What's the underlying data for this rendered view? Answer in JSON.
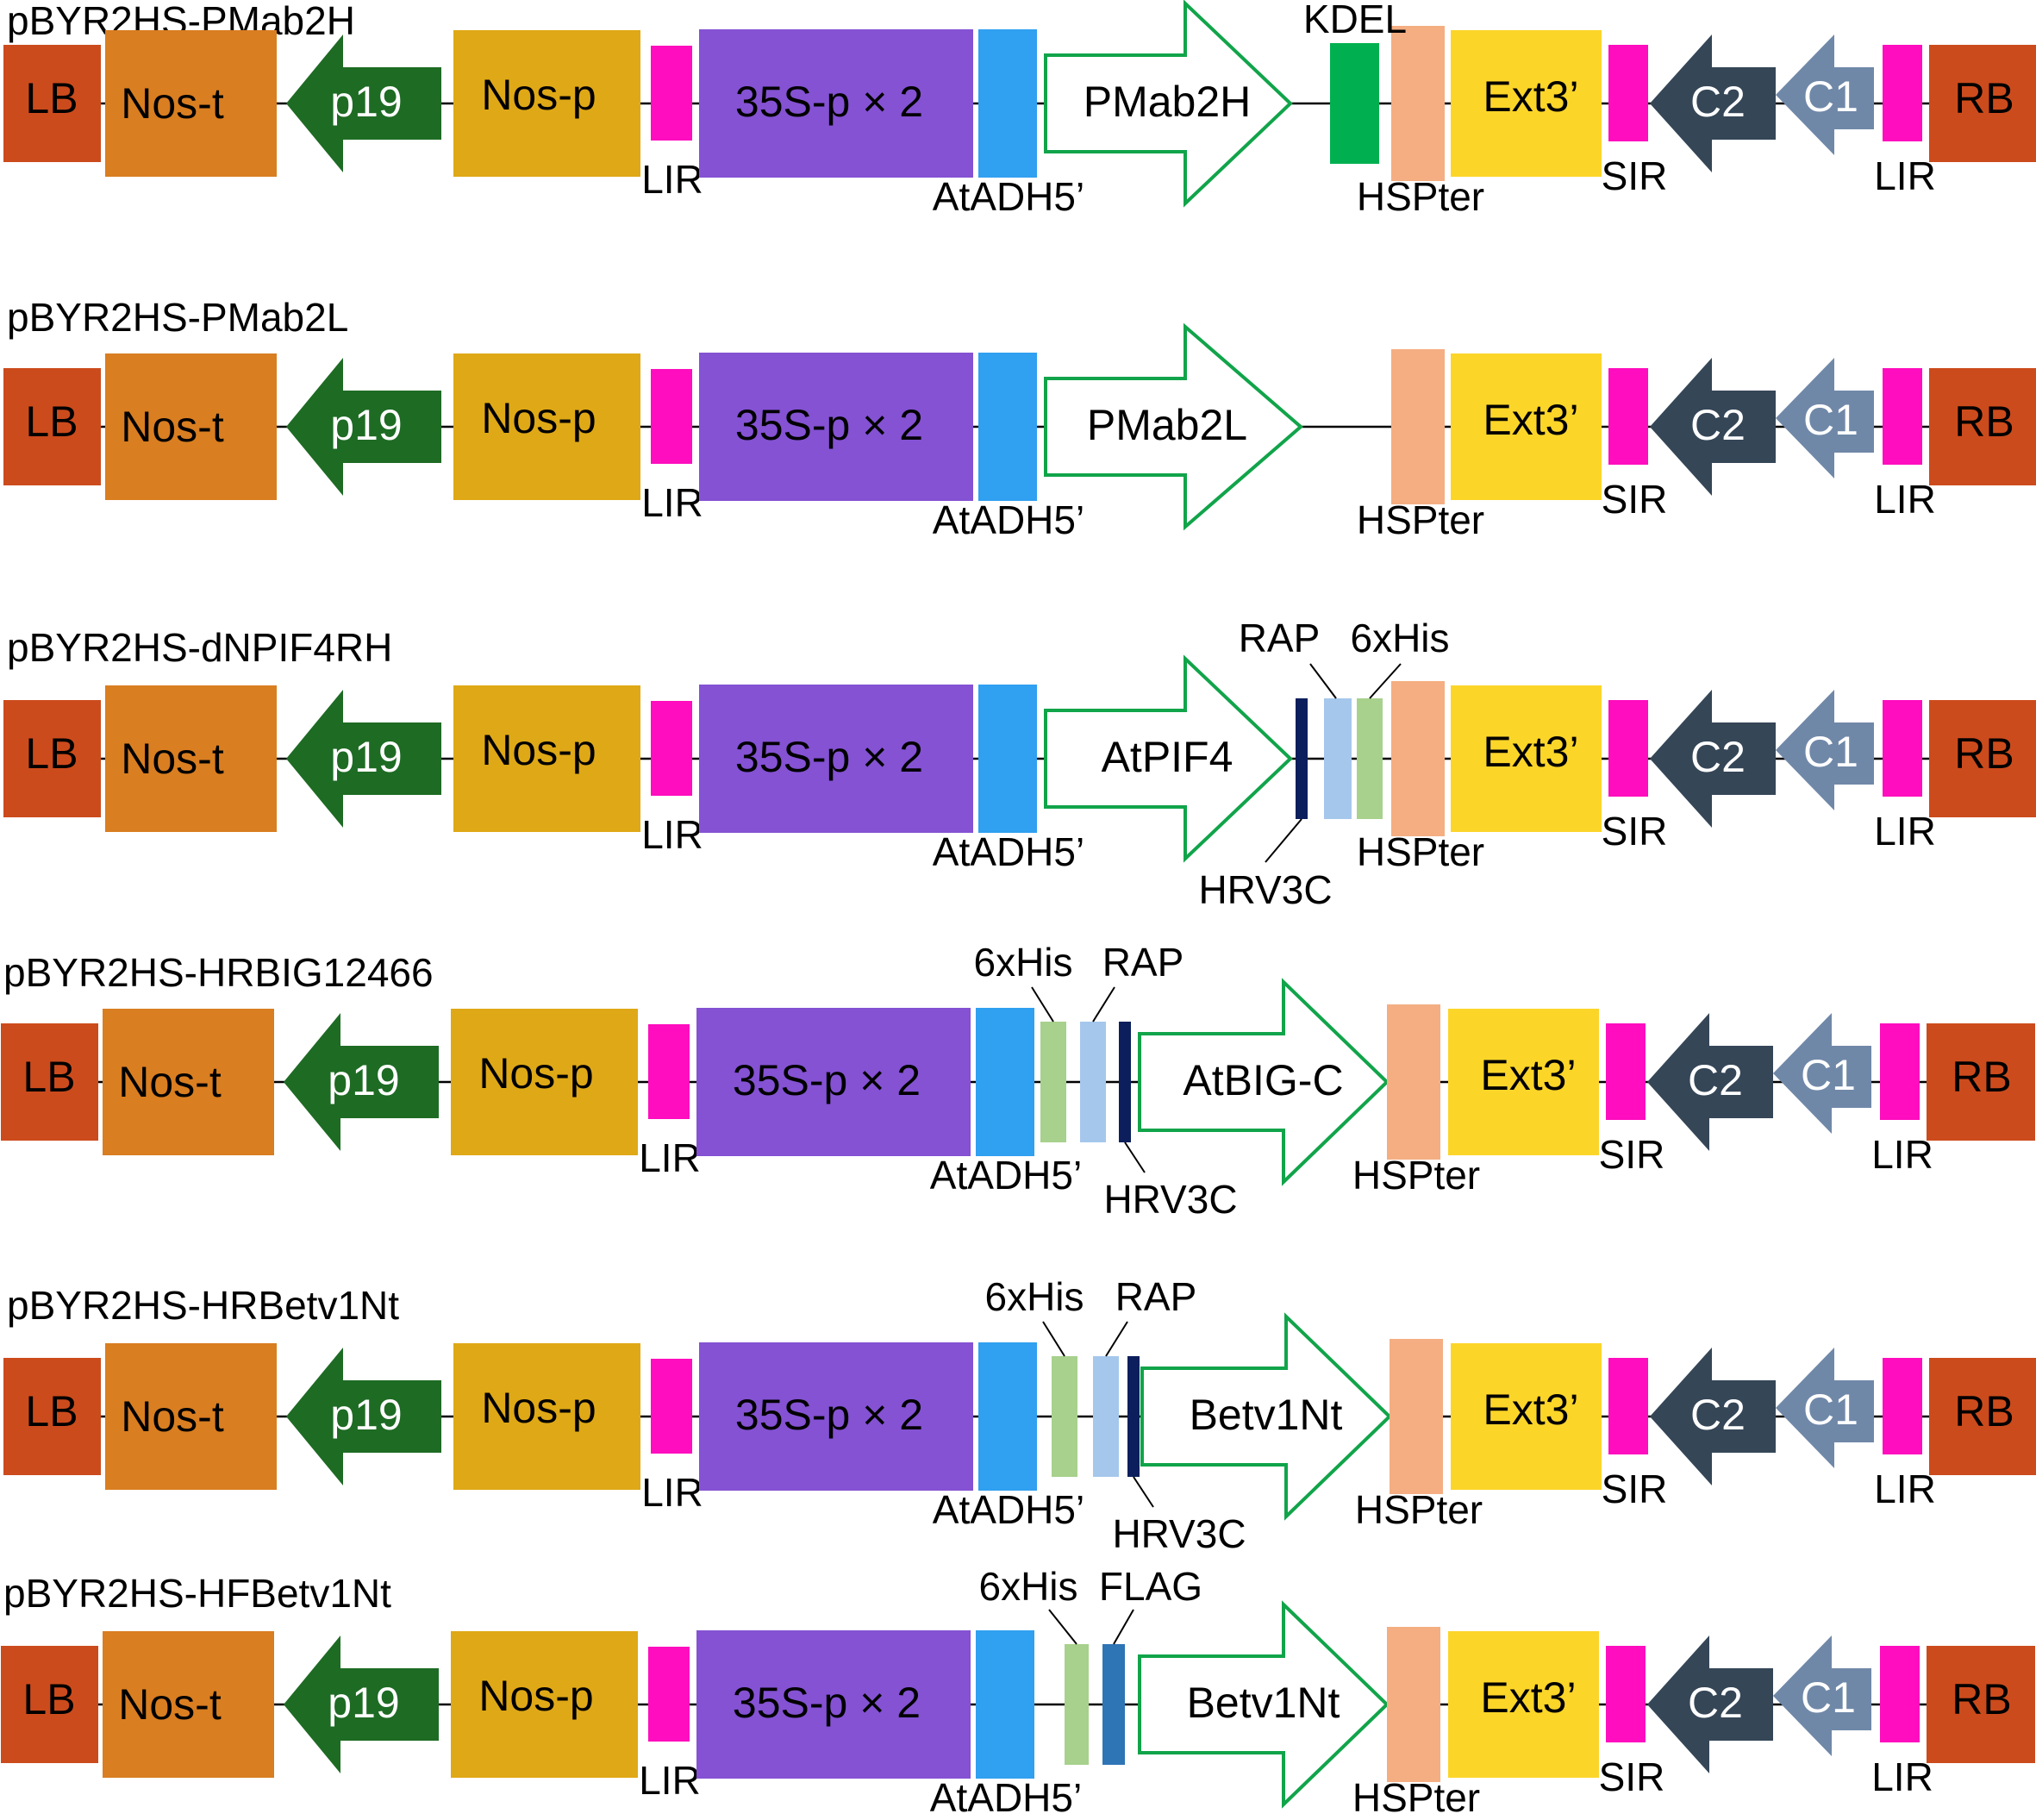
{
  "colors": {
    "LB": "#CC4B1C",
    "RB": "#CC4B1C",
    "Nos-t": "#D97E21",
    "p19": "#1E6B24",
    "Nos-p": "#DFA816",
    "LIR": "#FF0DBE",
    "SIR": "#FF0DBE",
    "35S": "#8452D3",
    "AtADH5": "#30A0F0",
    "CDS_stroke": "#11A44A",
    "KDEL": "#00B050",
    "HSPter": "#F4AE82",
    "Ext3": "#FCD529",
    "C2": "#354657",
    "C1": "#7088A8",
    "RAP": "#A5C7EC",
    "6xHis": "#A7D18C",
    "HRV3C": "#0C1F5C",
    "FLAG": "#2E75B6",
    "line": "#000000"
  },
  "icons": [
    "cds-open-arrow-right",
    "orf-filled-arrow-left"
  ],
  "constructs": [
    {
      "name": "pBYR2HS-PMab2H",
      "labels": {
        "lb": "LB",
        "nos_t": "Nos-t",
        "p19": "p19",
        "nos_p": "Nos-p",
        "lir1": "LIR",
        "p35s": "35S-p × 2",
        "adh": "AtADH5’",
        "cds": "PMab2H",
        "hsp": "HSPter",
        "ext": "Ext3’",
        "sir": "SIR",
        "c2": "C2",
        "c1": "C1",
        "lir2": "LIR",
        "rb": "RB",
        "tags": [
          "KDEL"
        ]
      },
      "tags": [
        {
          "type": "KDEL",
          "label": "KDEL"
        }
      ]
    },
    {
      "name": "pBYR2HS-PMab2L",
      "labels": {
        "lb": "LB",
        "nos_t": "Nos-t",
        "p19": "p19",
        "nos_p": "Nos-p",
        "lir1": "LIR",
        "p35s": "35S-p × 2",
        "adh": "AtADH5’",
        "cds": "PMab2L",
        "hsp": "HSPter",
        "ext": "Ext3’",
        "sir": "SIR",
        "c2": "C2",
        "c1": "C1",
        "lir2": "LIR",
        "rb": "RB",
        "tags": []
      },
      "tags": []
    },
    {
      "name": "pBYR2HS-dNPIF4RH",
      "labels": {
        "lb": "LB",
        "nos_t": "Nos-t",
        "p19": "p19",
        "nos_p": "Nos-p",
        "lir1": "LIR",
        "p35s": "35S-p × 2",
        "adh": "AtADH5’",
        "cds": "AtPIF4",
        "hsp": "HSPter",
        "ext": "Ext3’",
        "sir": "SIR",
        "c2": "C2",
        "c1": "C1",
        "lir2": "LIR",
        "rb": "RB",
        "tags": [
          "HRV3C",
          "RAP",
          "6xHis"
        ]
      },
      "tags": [
        {
          "type": "HRV3C",
          "label": "HRV3C"
        },
        {
          "type": "RAP",
          "label": "RAP"
        },
        {
          "type": "6xHis",
          "label": "6xHis"
        }
      ]
    },
    {
      "name": "pBYR2HS-HRBIG12466",
      "labels": {
        "lb": "LB",
        "nos_t": "Nos-t",
        "p19": "p19",
        "nos_p": "Nos-p",
        "lir1": "LIR",
        "p35s": "35S-p × 2",
        "adh": "AtADH5’",
        "cds": "AtBIG-C",
        "hsp": "HSPter",
        "ext": "Ext3’",
        "sir": "SIR",
        "c2": "C2",
        "c1": "C1",
        "lir2": "LIR",
        "rb": "RB",
        "tags": [
          "6xHis",
          "RAP",
          "HRV3C"
        ]
      },
      "tags": [
        {
          "type": "6xHis",
          "label": "6xHis"
        },
        {
          "type": "RAP",
          "label": "RAP"
        },
        {
          "type": "HRV3C",
          "label": "HRV3C"
        }
      ]
    },
    {
      "name": "pBYR2HS-HRBetv1Nt",
      "labels": {
        "lb": "LB",
        "nos_t": "Nos-t",
        "p19": "p19",
        "nos_p": "Nos-p",
        "lir1": "LIR",
        "p35s": "35S-p × 2",
        "adh": "AtADH5’",
        "cds": "Betv1Nt",
        "hsp": "HSPter",
        "ext": "Ext3’",
        "sir": "SIR",
        "c2": "C2",
        "c1": "C1",
        "lir2": "LIR",
        "rb": "RB",
        "tags": [
          "6xHis",
          "RAP",
          "HRV3C"
        ]
      },
      "tags": [
        {
          "type": "6xHis",
          "label": "6xHis"
        },
        {
          "type": "RAP",
          "label": "RAP"
        },
        {
          "type": "HRV3C",
          "label": "HRV3C"
        }
      ]
    },
    {
      "name": "pBYR2HS-HFBetv1Nt",
      "labels": {
        "lb": "LB",
        "nos_t": "Nos-t",
        "p19": "p19",
        "nos_p": "Nos-p",
        "lir1": "LIR",
        "p35s": "35S-p × 2",
        "adh": "AtADH5’",
        "cds": "Betv1Nt",
        "hsp": "HSPter",
        "ext": "Ext3’",
        "sir": "SIR",
        "c2": "C2",
        "c1": "C1",
        "lir2": "LIR",
        "rb": "RB",
        "tags": [
          "6xHis",
          "FLAG"
        ]
      },
      "tags": [
        {
          "type": "6xHis",
          "label": "6xHis"
        },
        {
          "type": "FLAG",
          "label": "FLAG"
        }
      ]
    }
  ]
}
